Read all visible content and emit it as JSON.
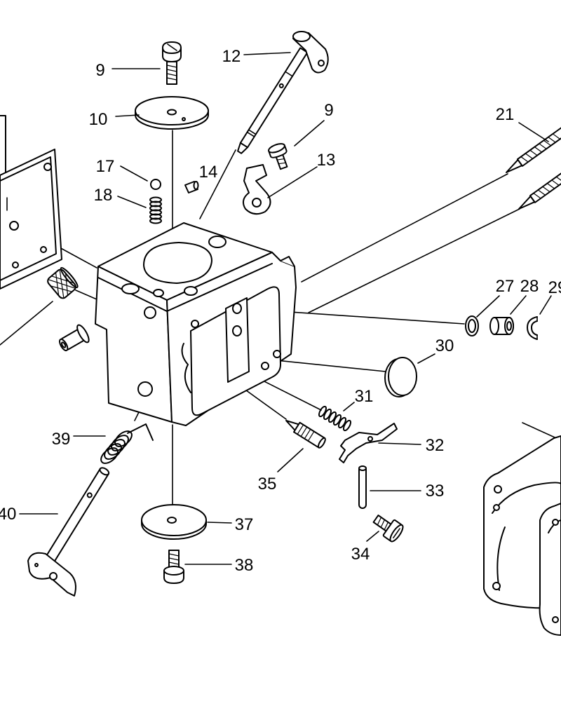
{
  "colors": {
    "line": "#000000",
    "background": "#ffffff"
  },
  "callouts": [
    {
      "text": "9"
    },
    {
      "text": "10"
    },
    {
      "text": "17"
    },
    {
      "text": "18"
    },
    {
      "text": "14"
    },
    {
      "text": "12"
    },
    {
      "text": "9"
    },
    {
      "text": "13"
    },
    {
      "text": "21"
    },
    {
      "text": "27"
    },
    {
      "text": "28"
    },
    {
      "text": "29"
    },
    {
      "text": "30"
    },
    {
      "text": "31"
    },
    {
      "text": "32"
    },
    {
      "text": "33"
    },
    {
      "text": "34"
    },
    {
      "text": "35"
    },
    {
      "text": "37"
    },
    {
      "text": "38"
    },
    {
      "text": "39"
    },
    {
      "text": "40"
    }
  ]
}
